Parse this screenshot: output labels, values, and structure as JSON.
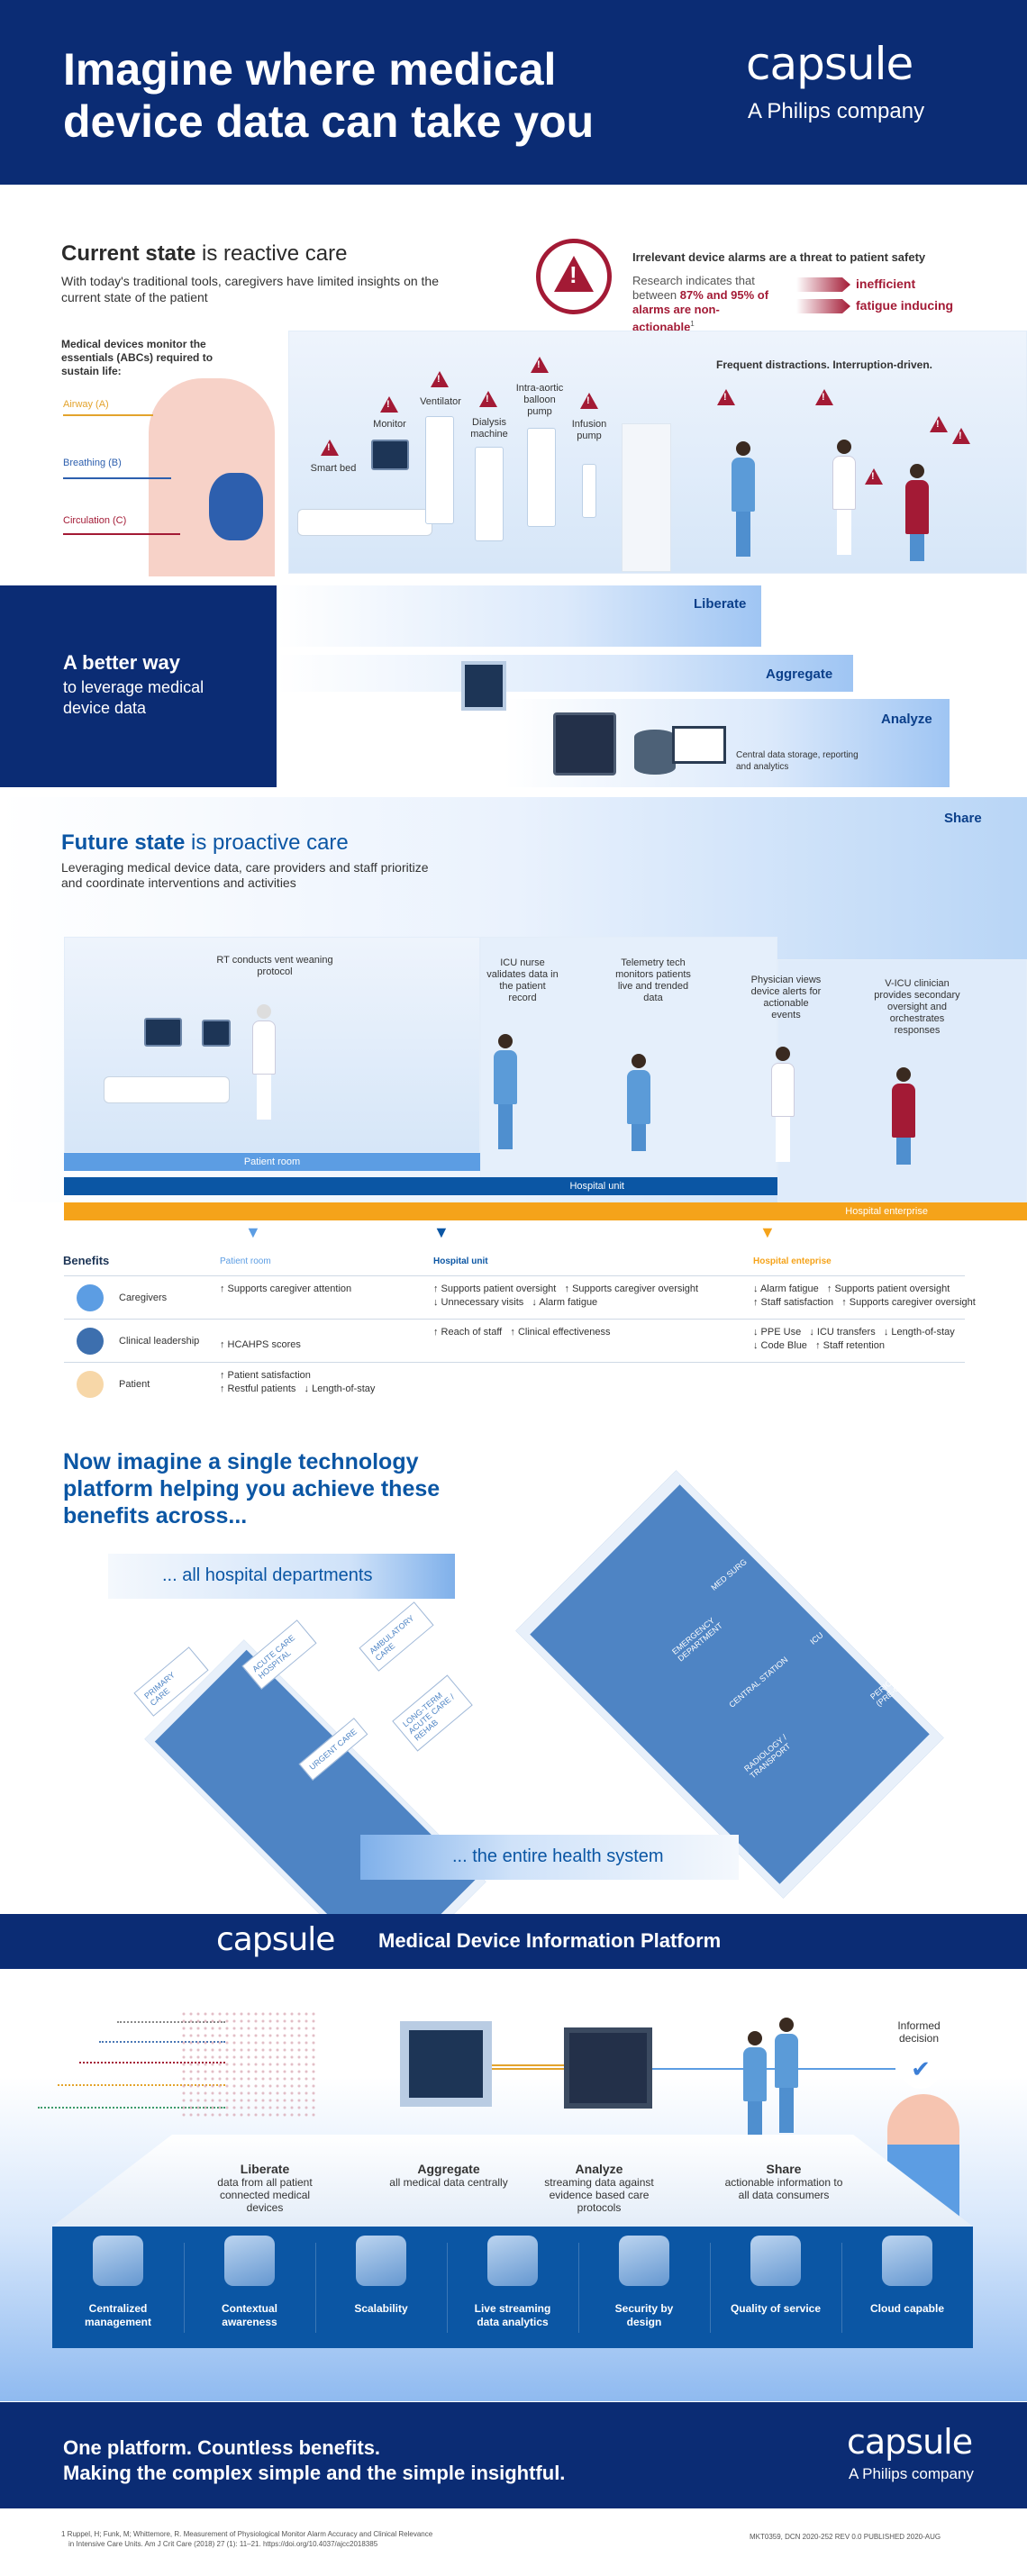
{
  "header": {
    "title_line1": "Imagine where medical",
    "title_line2": "device data can take you",
    "logo": "capsule",
    "logo_sub": "A Philips company"
  },
  "current_state": {
    "title_bold": "Current state",
    "title_rest": " is reactive care",
    "subtitle": "With today's traditional tools, caregivers have limited insights on the current state of the patient",
    "alarm_heading": "Irrelevant device alarms are a threat to patient safety",
    "research_pre": "Research indicates that between ",
    "research_highlight": "87% and 95% of alarms are non-actionable",
    "research_sup": "1",
    "effects": [
      "inefficient",
      "fatigue inducing"
    ],
    "abc_intro": "Medical devices monitor the essentials (ABCs) required to sustain life:",
    "abc": [
      "Airway (A)",
      "Breathing (B)",
      "Circulation (C)"
    ],
    "devices": [
      "Smart bed",
      "Monitor",
      "Ventilator",
      "Dialysis machine",
      "Intra-aortic balloon pump",
      "Infusion pump"
    ],
    "distractions": "Frequent distractions. Interruption-driven."
  },
  "better_way": {
    "title": "A better way",
    "subtitle": "to leverage medical device data",
    "steps": [
      "Liberate",
      "Aggregate",
      "Analyze",
      "Share"
    ],
    "storage_label": "Central data storage, reporting and analytics"
  },
  "future_state": {
    "title_bold": "Future state",
    "title_rest": " is proactive care",
    "subtitle": "Leveraging medical device data, care providers and staff prioritize and coordinate interventions and activities",
    "roles": [
      "RT conducts vent weaning protocol",
      "ICU nurse validates data in the patient record",
      "Telemetry tech monitors patients live and trended data",
      "Physician views device alerts for actionable events",
      "V-ICU clinician provides secondary oversight and orchestrates responses"
    ],
    "levels": [
      "Patient room",
      "Hospital unit",
      "Hospital enterprise"
    ]
  },
  "benefits": {
    "heading": "Benefits",
    "columns": [
      "Patient room",
      "Hospital unit",
      "Hospital enteprise"
    ],
    "rows": [
      {
        "label": "Caregivers",
        "room": [
          "↑ Supports caregiver attention"
        ],
        "unit": [
          "↑ Supports patient oversight   ↑ Supports caregiver oversight",
          "↓ Unnecessary visits   ↓ Alarm fatigue"
        ],
        "enterprise": [
          "↓ Alarm fatigue   ↑ Supports patient oversight",
          "↑ Staff satisfaction   ↑ Supports caregiver oversight"
        ]
      },
      {
        "label": "Clinical leadership",
        "room": [
          "↑ HCAHPS scores"
        ],
        "unit": [
          "↑ Reach of staff   ↑ Clinical effectiveness"
        ],
        "enterprise": [
          "↓ PPE Use   ↓ ICU transfers   ↓ Length-of-stay",
          "↓ Code Blue   ↑ Staff retention"
        ]
      },
      {
        "label": "Patient",
        "room": [
          "↑ Patient satisfaction",
          "↑ Restful patients   ↓ Length-of-stay"
        ],
        "unit": [],
        "enterprise": []
      }
    ]
  },
  "imagine": {
    "heading": "Now imagine a single technology platform helping you achieve these benefits across...",
    "departments_banner": "... all hospital departments",
    "system_banner": "... the entire health system",
    "departments": [
      "Emergency department",
      "Med surg",
      "ICU",
      "Central station",
      "Radiology / transport",
      "Perioperative (pre-op, OR, PACU)"
    ],
    "facilities": [
      "Primary care",
      "Acute care hospital",
      "Ambulatory care",
      "Long-term acute care / rehab",
      "Urgent care"
    ]
  },
  "platform": {
    "logo": "capsule",
    "title": "Medical Device Information Platform",
    "informed_decision": "Informed decision",
    "steps": [
      {
        "title": "Liberate",
        "desc": "data from all patient connected medical devices"
      },
      {
        "title": "Aggregate",
        "desc": "all medical data centrally"
      },
      {
        "title": "Analyze",
        "desc": "streaming data against evidence based care protocols"
      },
      {
        "title": "Share",
        "desc": "actionable information to all data consumers"
      }
    ],
    "features": [
      "Centralized management",
      "Contextual awareness",
      "Scalability",
      "Live streaming data analytics",
      "Security by design",
      "Quality of service",
      "Cloud capable"
    ]
  },
  "footer": {
    "line1": "One platform. Countless benefits.",
    "line2": "Making the complex simple and the simple insightful.",
    "logo": "capsule",
    "logo_sub": "A Philips company",
    "footnote_line1": "1  Ruppel, H; Funk, M; Whittemore, R. Measurement of Physiological Monitor Alarm Accuracy and Clinical Relevance",
    "footnote_line2": "in Intensive Care Units. Am J Crit Care (2018) 27 (1): 11–21. https://doi.org/10.4037/ajcc2018385",
    "doc_id": "MKT0359, DCN 2020-252 REV 0.0 PUBLISHED 2020-AUG"
  },
  "colors": {
    "navy": "#0b2c74",
    "blue": "#0b56a4",
    "light_blue": "#9fc5f3",
    "orange": "#f5a31a",
    "alarm_red": "#a31a35"
  }
}
